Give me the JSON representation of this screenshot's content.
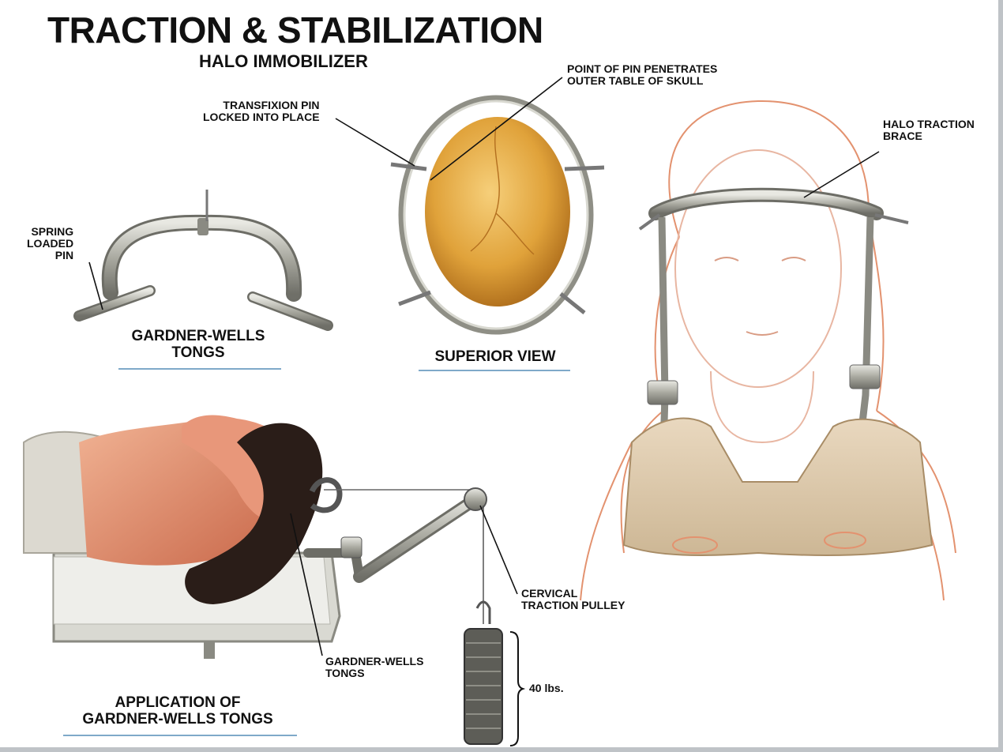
{
  "title": "TRACTION & STABILIZATION",
  "subtitle": "HALO IMMOBILIZER",
  "labels": {
    "transfixion_pin": "TRANSFIXION PIN\nLOCKED INTO PLACE",
    "point_of_pin": "POINT OF PIN PENETRATES\nOUTER TABLE OF SKULL",
    "halo_traction_brace": "HALO TRACTION\nBRACE",
    "spring_loaded_pin": "SPRING\nLOADED\nPIN",
    "cervical_traction_pulley": "CERVICAL\nTRACTION PULLEY",
    "gardner_wells_tongs_callout": "GARDNER-WELLS\nTONGS",
    "weight": "40 lbs."
  },
  "captions": {
    "gardner_wells_tongs": "GARDNER-WELLS\nTONGS",
    "superior_view": "SUPERIOR VIEW",
    "application": "APPLICATION OF\nGARDNER-WELLS TONGS"
  },
  "colors": {
    "skull": "#e0a23a",
    "skin": "#e8977a",
    "hair": "#2a1d18",
    "metal": "#b9b9b0",
    "sketch": "#e3926f",
    "underline": "#7fa9c9"
  }
}
